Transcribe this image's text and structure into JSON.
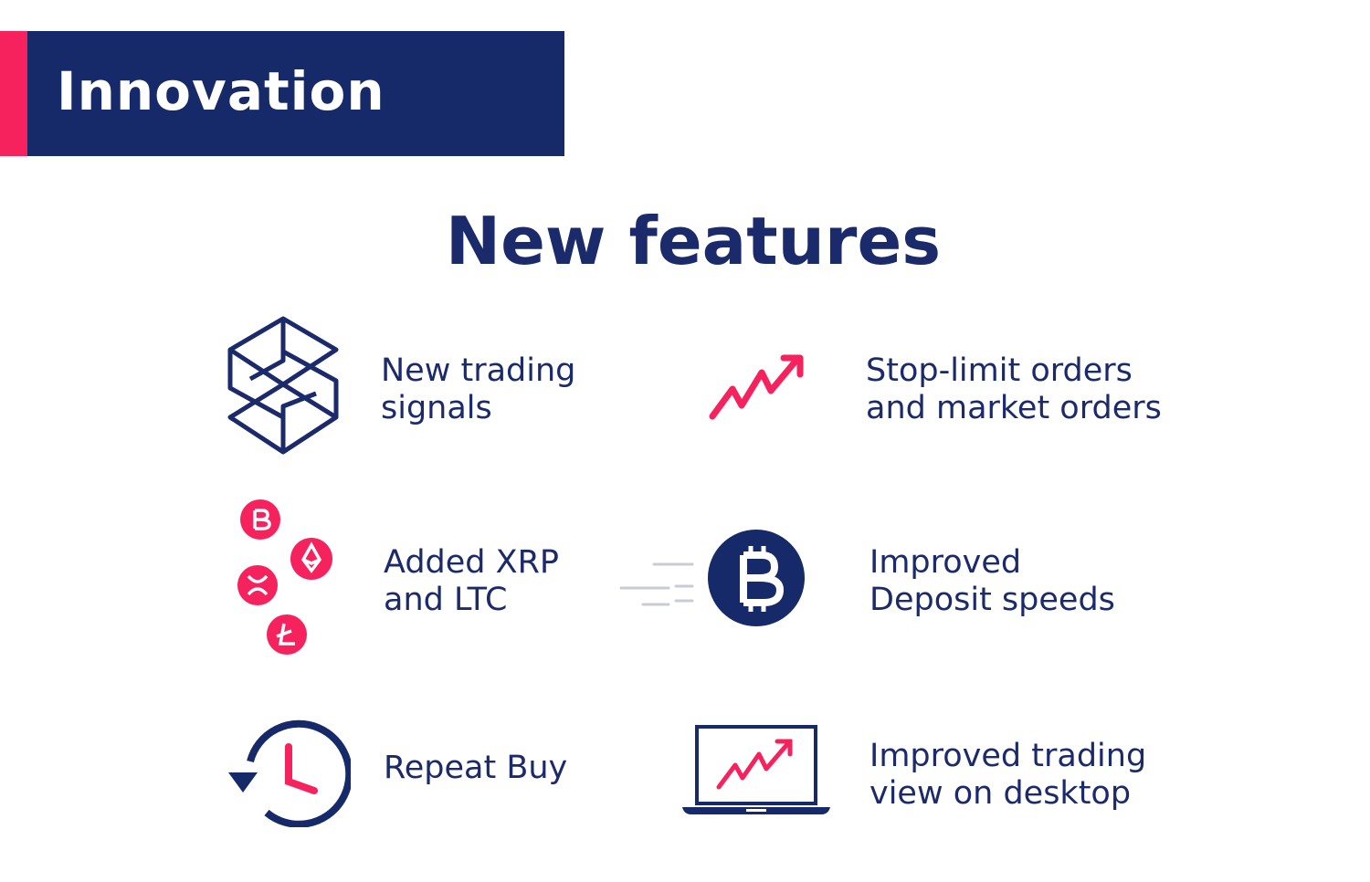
{
  "banner": {
    "title": "Innovation"
  },
  "heading": "New features",
  "features": [
    {
      "icon": "cube-signals-icon",
      "label": "New trading\nsignals"
    },
    {
      "icon": "trend-up-arrow-icon",
      "label": "Stop-limit orders\nand market orders"
    },
    {
      "icon": "crypto-coins-icon",
      "label": "Added XRP\nand LTC"
    },
    {
      "icon": "fast-bitcoin-icon",
      "label": "Improved\nDeposit speeds"
    },
    {
      "icon": "repeat-clock-icon",
      "label": "Repeat Buy"
    },
    {
      "icon": "laptop-chart-icon",
      "label": "Improved trading\nview on desktop"
    }
  ],
  "colors": {
    "navy": "#1b2a6b",
    "pink": "#f5225e"
  }
}
